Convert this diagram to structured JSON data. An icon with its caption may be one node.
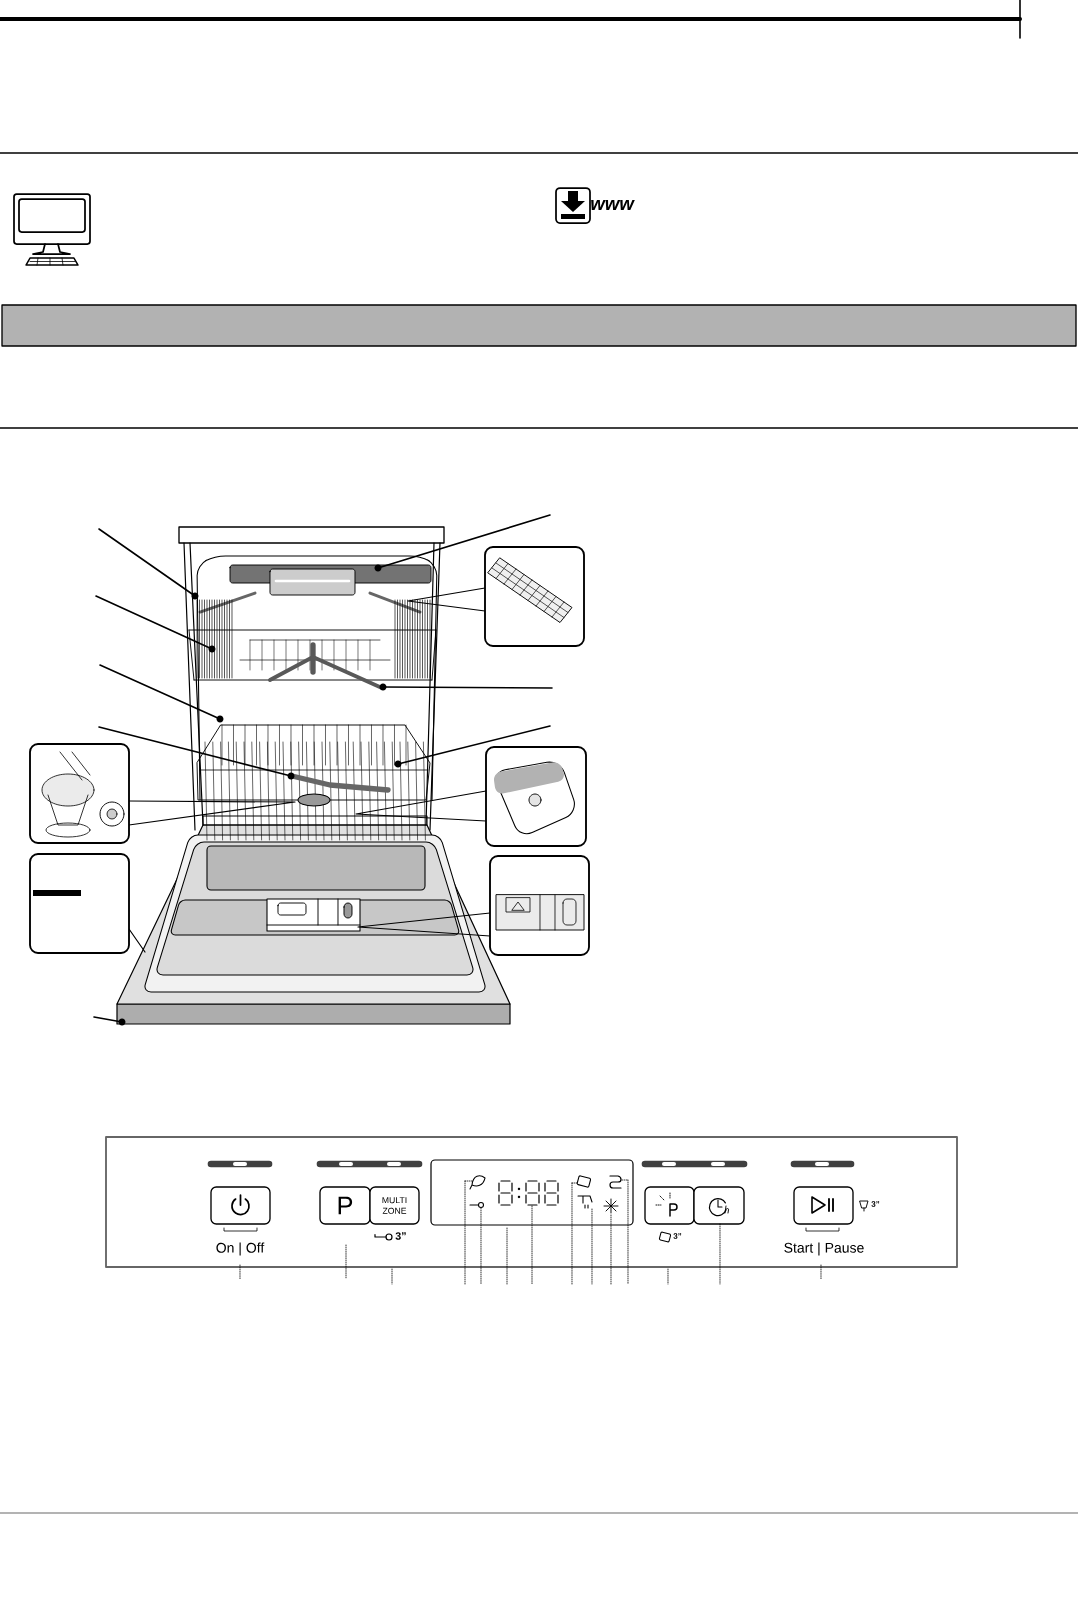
{
  "diagram": {
    "nodes": [
      {
        "text": [],
        "shape": "bar"
      }
    ],
    "labels": [
      "www",
      "P",
      "MULTI ZONE",
      "3”",
      "3”",
      "3”",
      "On | Off",
      "Start | Pause"
    ]
  }
}
